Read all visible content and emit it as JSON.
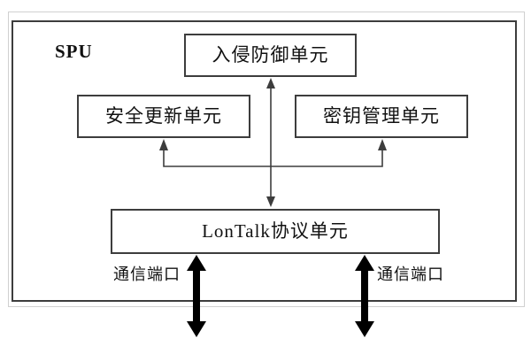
{
  "diagram": {
    "container_label": "SPU",
    "nodes": {
      "intrusion": "入侵防御单元",
      "update": "安全更新单元",
      "key": "密钥管理单元",
      "lontalk": "LonTalk协议单元"
    },
    "ports": {
      "left": "通信端口",
      "right": "通信端口"
    },
    "connections": [
      "入侵防御单元 <-> LonTalk协议单元 (double-headed vertical arrow)",
      "LonTalk协议单元 -> 安全更新单元 (branch arrow up)",
      "LonTalk协议单元 -> 密钥管理单元 (branch arrow up)",
      "LonTalk协议单元 <-> 通信端口 left (thick double arrow)",
      "LonTalk协议单元 <-> 通信端口 right (thick double arrow)"
    ],
    "colors": {
      "background": "#ffffff",
      "frame": "#d0d0d0",
      "border": "#3d3d3d",
      "line": "#3d3d3d",
      "thick_arrow": "#000000",
      "text": "#111111"
    }
  }
}
